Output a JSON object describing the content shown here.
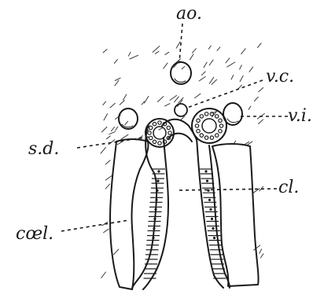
{
  "labels": {
    "ao": "ao.",
    "vc": "v.c.",
    "vi": "v.i.",
    "sd": "s.d.",
    "cl": "cl.",
    "coel": "cœl."
  }
}
